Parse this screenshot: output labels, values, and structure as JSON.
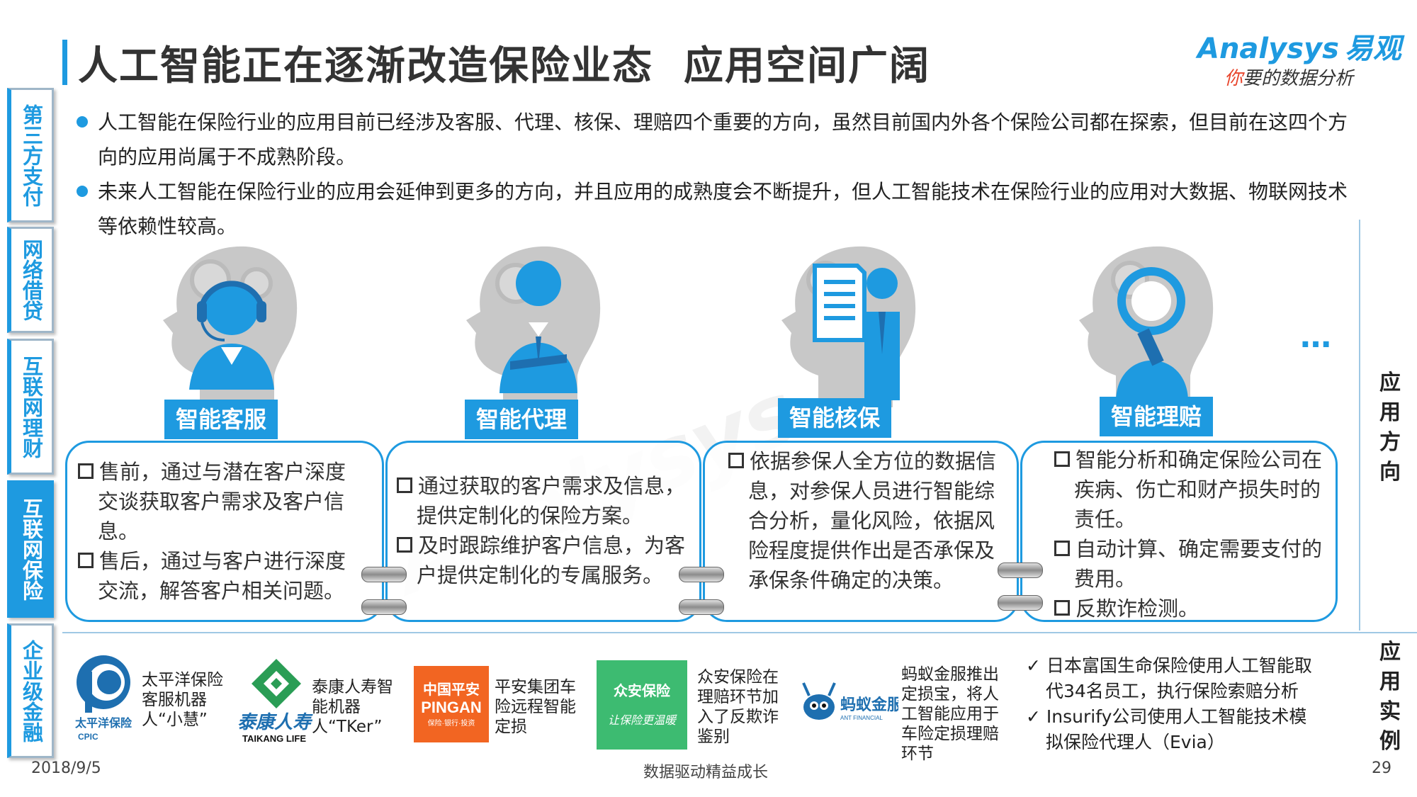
{
  "sidebar": {
    "items": [
      {
        "label": "第三方支付",
        "active": false
      },
      {
        "label": "网络借贷",
        "active": false
      },
      {
        "label": "互联网理财",
        "active": false
      },
      {
        "label": "互联网保险",
        "active": true
      },
      {
        "label": "企业级金融",
        "active": false
      }
    ]
  },
  "header": {
    "title": "人工智能正在逐渐改造保险业态  应用空间广阔",
    "logo_en": "Analysys",
    "logo_cn": "易观",
    "logo_tagline_prefix": "你",
    "logo_tagline_rest": "要的数据分析"
  },
  "bullets": [
    "人工智能在保险行业的应用目前已经涉及客服、代理、核保、理赔四个重要的方向，虽然目前国内外各个保险公司都在探索，但目前在这四个方向的应用尚属于不成熟阶段。",
    "未来人工智能在保险行业的应用会延伸到更多的方向，并且应用的成熟度会不断提升，但人工智能技术在保险行业的应用对大数据、物联网技术等依赖性较高。"
  ],
  "directions": [
    {
      "label": "智能客服",
      "items": [
        "售前，通过与潜在客户深度交谈获取客户需求及客户信息。",
        "售后，通过与客户进行深度交流，解答客户相关问题。"
      ]
    },
    {
      "label": "智能代理",
      "items": [
        "通过获取的客户需求及信息，提供定制化的保险方案。",
        "及时跟踪维护客户信息，为客户提供定制化的专属服务。"
      ]
    },
    {
      "label": "智能核保",
      "items": [
        "依据参保人全方位的数据信息，对参保人员进行智能综合分析，量化风险，依据风险程度提供作出是否承保及承保条件确定的决策。"
      ]
    },
    {
      "label": "智能理赔",
      "items": [
        "智能分析和确定保险公司在疾病、伤亡和财产损失时的责任。",
        "自动计算、确定需要支付的费用。",
        "反欺诈检测。"
      ]
    }
  ],
  "more_indicator": "…",
  "side_labels": {
    "directions": "应用方向",
    "cases": "应用实例"
  },
  "companies": [
    {
      "logo_line1": "太平洋保险",
      "logo_line2": "CPIC",
      "text": "太平洋保险客服机器人“小慧”"
    },
    {
      "logo_line1": "泰康人寿",
      "logo_line2": "TAIKANG LIFE",
      "text": "泰康人寿智能机器人“TKer”"
    },
    {
      "logo_line1": "中国平安",
      "logo_line2": "PINGAN",
      "logo_line3": "保险·银行·投资",
      "text": "平安集团车险远程智能定损"
    },
    {
      "logo_line1": "众安保险",
      "logo_line2": "让保险更温暖",
      "text": "众安保险在理赔环节加入了反欺诈鉴别"
    },
    {
      "logo_line1": "蚂蚁金服",
      "logo_line2": "ANT FINANCIAL",
      "text": "蚂蚁金服推出定损宝，将人工智能应用于车险定损理赔环节"
    }
  ],
  "cases": [
    "日本富国生命保险使用人工智能取代34名员工，执行保险索赔分析",
    "Insurify公司使用人工智能技术模拟保险代理人（Evia）"
  ],
  "footer": {
    "date": "2018/9/5",
    "slogan": "数据驱动精益成长",
    "page": "29"
  },
  "colors": {
    "accent": "#1e9ae0",
    "head_gray": "#c8c8c8",
    "pingan_orange": "#f26522",
    "zhongan_green": "#3dbb71"
  }
}
